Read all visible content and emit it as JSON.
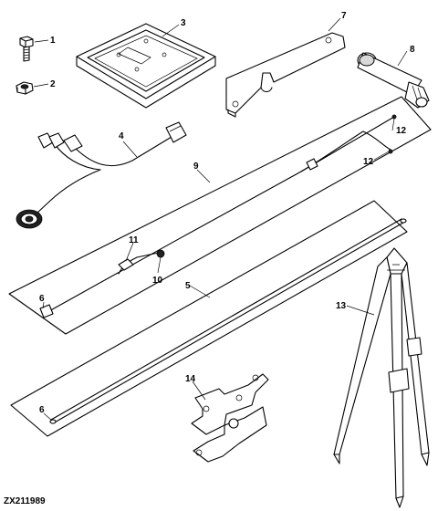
{
  "callouts": [
    "1",
    "2",
    "3",
    "4",
    "5",
    "6",
    "6",
    "7",
    "8",
    "9",
    "10",
    "11",
    "12",
    "12",
    "13",
    "14"
  ],
  "reference_code": "ZX211989"
}
